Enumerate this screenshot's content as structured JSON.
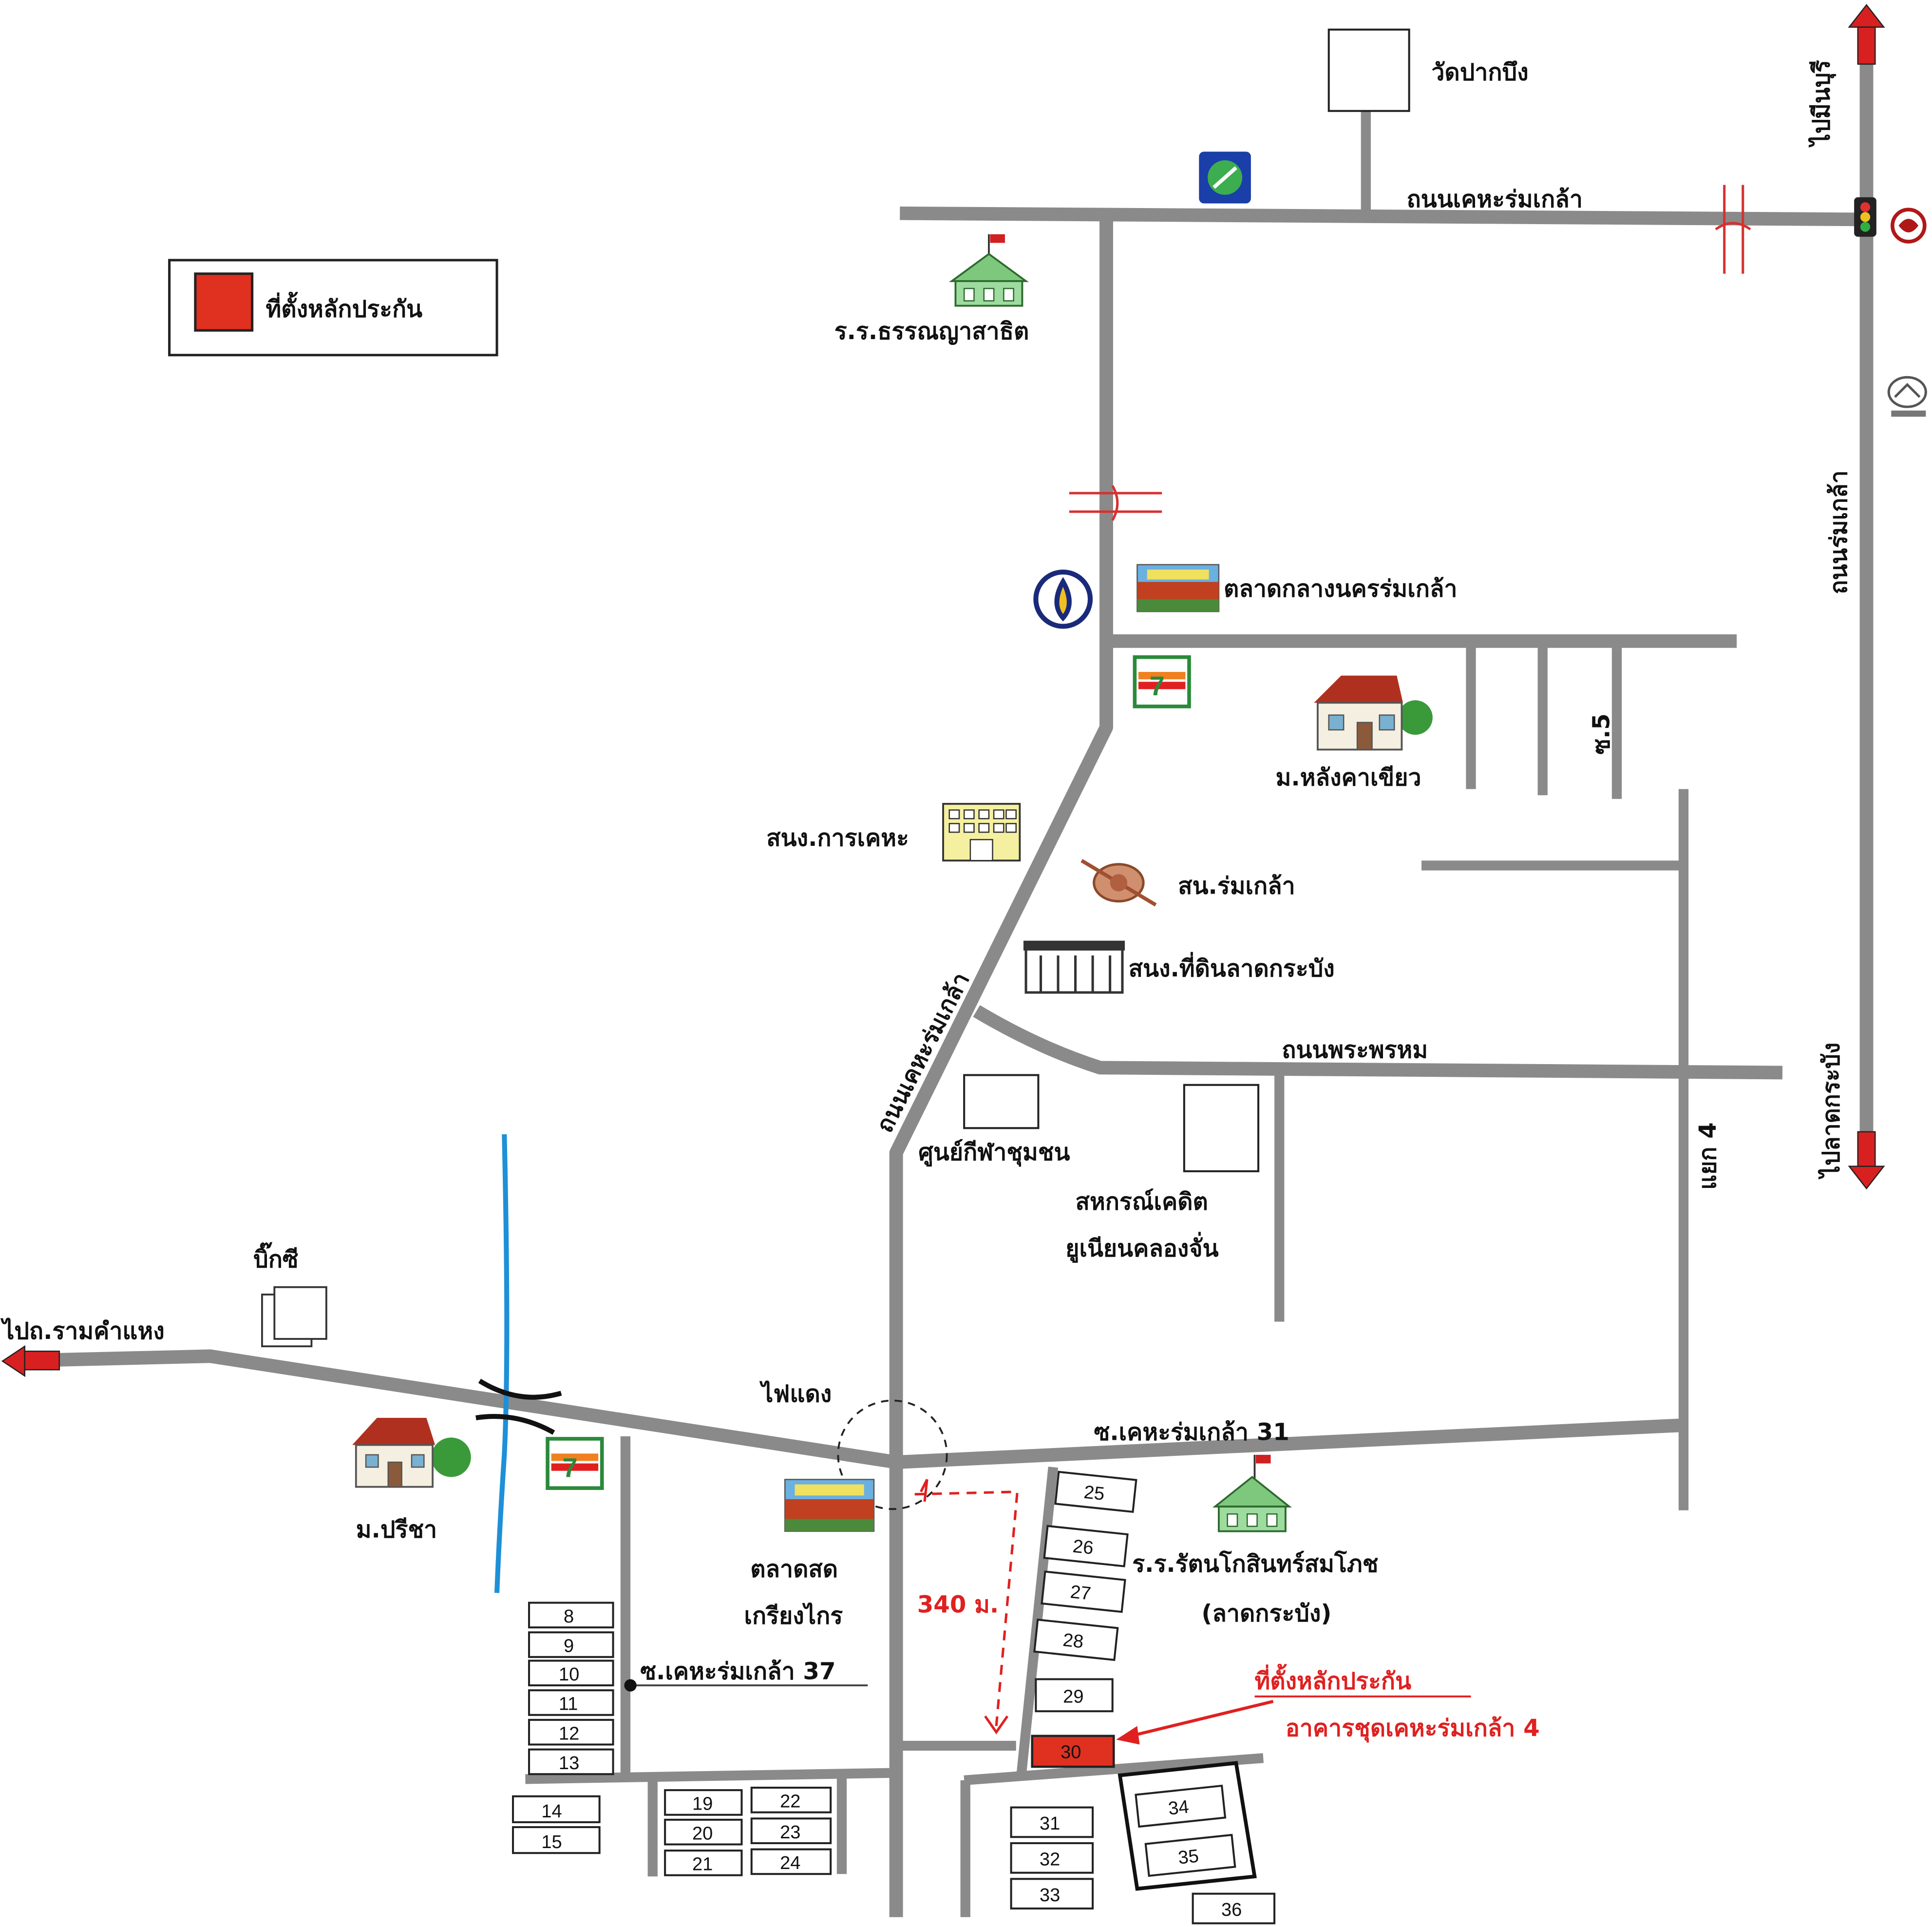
{
  "legend": {
    "label": "ที่ตั้งหลักประกัน",
    "color": "#e03020"
  },
  "places": {
    "wat": "วัดปากบึง",
    "top_road": "ถนนเคหะร่มเกล้า",
    "to_minburi": "ไปมีนบุรี",
    "romklao_road": "ถนนร่มเกล้า",
    "to_latkrabang": "ไปลาดกระบัง",
    "school_1": "ร.ร.ธรรณญาสาธิต",
    "market_central": "ตลาดกลางนครร่มเกล้า",
    "soi_5": "ซ.5",
    "village_green": "ม.หลังคาเขียว",
    "nha_office": "สนง.การเคหะ",
    "police": "สน.ร่มเกล้า",
    "land_office": "สนง.ที่ดินลาดกระบัง",
    "phraphrom_road": "ถนนพระพรหม",
    "diag_road": "ถนนเคหะร่มเกล้า",
    "sports_center": "ศูนย์กีฬาชุมชน",
    "coop_1": "สหกรณ์เคดิต",
    "coop_2": "ยูเนียนคลองจั่น",
    "junction_4": "แยก 4",
    "bigc": "บิ๊กซี",
    "to_ramkhamhaeng": "ไปถ.รามคำแหง",
    "village_preecha": "ม.ปรีชา",
    "traffic_light": "ไฟแดง",
    "soi_31": "ซ.เคหะร่มเกล้า 31",
    "market_fresh_1": "ตลาดสด",
    "market_fresh_2": "เกรียงไกร",
    "soi_37": "ซ.เคหะร่มเกล้า 37",
    "distance": "340 ม.",
    "school_2": "ร.ร.รัตนโกสินทร์สมโภช",
    "school_2_sub": "(ลาดกระบัง)",
    "target_1": "ที่ตั้งหลักประกัน",
    "target_2": "อาคารชุดเคหะร่มเกล้า 4"
  },
  "blocks": {
    "b8": "8",
    "b9": "9",
    "b10": "10",
    "b11": "11",
    "b12": "12",
    "b13": "13",
    "b14": "14",
    "b15": "15",
    "b19": "19",
    "b20": "20",
    "b21": "21",
    "b22": "22",
    "b23": "23",
    "b24": "24",
    "b25": "25",
    "b26": "26",
    "b27": "27",
    "b28": "28",
    "b29": "29",
    "b30": "30",
    "b31": "31",
    "b32": "32",
    "b33": "33",
    "b34": "34",
    "b35": "35",
    "b36": "36"
  },
  "colors": {
    "road": "#8a8a8a",
    "canal": "#1e90d8",
    "highlight": "#e03020",
    "route": "#e02020"
  },
  "icons": [
    "seven-eleven-icon",
    "school-icon",
    "house-icon",
    "market-icon",
    "traffic-light-icon",
    "bridge-icon",
    "office-building-icon",
    "police-icon",
    "land-office-icon",
    "fuel-station-icon",
    "bank-icon",
    "mazda-icon"
  ]
}
